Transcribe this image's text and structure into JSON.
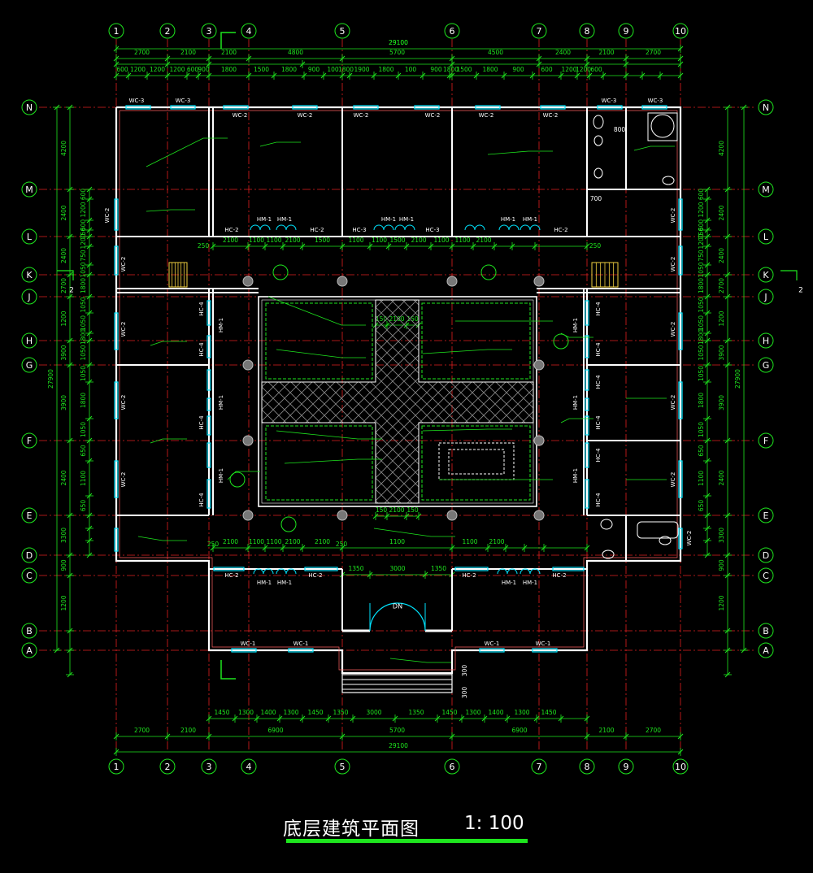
{
  "drawing": {
    "title": "底层建筑平面图",
    "scale": "1: 100",
    "column_axes": [
      "1",
      "2",
      "3",
      "4",
      "5",
      "6",
      "7",
      "8",
      "9",
      "10"
    ],
    "row_axes": [
      "N",
      "M",
      "L",
      "K",
      "J",
      "H",
      "G",
      "F",
      "E",
      "D",
      "C",
      "B",
      "A"
    ],
    "section_mark": "2",
    "total_width": "29100",
    "total_depth": "27900",
    "top_dims_level2": [
      "2700",
      "2100",
      "2100",
      "4800",
      "5700",
      "4500",
      "2400",
      "2100",
      "2700"
    ],
    "top_dims_level3": [
      "600",
      "1200",
      "1200",
      "1200",
      "600",
      "900",
      "1800",
      "1500",
      "1800",
      "900",
      "100",
      "1800",
      "1900",
      "1800",
      "100",
      "900",
      "1800",
      "1500",
      "1800",
      "900",
      "600",
      "1200",
      "1200",
      "600"
    ],
    "bottom_dims_inner": [
      "1450",
      "1300",
      "1400",
      "1300",
      "1450",
      "1350",
      "3000",
      "1350",
      "1450",
      "1300",
      "1400",
      "1300",
      "1450"
    ],
    "bottom_dims_mid": [
      "2700",
      "2100",
      "6900",
      "5700",
      "6900",
      "2100",
      "2700"
    ],
    "left_dims_level2": [
      "4200",
      "2400",
      "2400",
      "2700",
      "1200",
      "3900",
      "3900",
      "2400",
      "3300",
      "900",
      "1200"
    ],
    "left_dims_level3": [
      "600",
      "1200",
      "600",
      "750",
      "1200",
      "750",
      "1050",
      "1800",
      "1050",
      "1050",
      "1800",
      "1050",
      "1050",
      "1800",
      "1050",
      "650",
      "1100",
      "650"
    ],
    "right_dims_level2": [
      "4200",
      "2400",
      "2400",
      "2700",
      "1200",
      "3900",
      "3900",
      "2400",
      "3300",
      "900",
      "1200"
    ],
    "window_tags": [
      "WC-3",
      "WC-3",
      "WC-2",
      "WC-2",
      "WC-2",
      "WC-2",
      "WC-2",
      "WC-2",
      "WC-3",
      "WC-3",
      "WC-1",
      "WC-1",
      "WC-1",
      "WC-1"
    ],
    "door_tags": [
      "HC-2",
      "HM-1",
      "HM-1",
      "HC-2",
      "HC-3",
      "HM-1",
      "HM-1",
      "HC-3",
      "HM-1",
      "HM-1",
      "HC-2",
      "HC-4",
      "HM-1"
    ],
    "entrance_label": "DN",
    "mid_dims_upper": [
      "2100",
      "1100",
      "1100",
      "2100",
      "1500",
      "1100",
      "1100",
      "1500",
      "2100",
      "1100",
      "1100",
      "2100"
    ],
    "mid_dims_lower": [
      "2100",
      "1100",
      "1100",
      "2100",
      "2100",
      "1100",
      "1100",
      "2100"
    ],
    "courtyard_dims": [
      "150",
      "2100",
      "150",
      "150",
      "2100",
      "150"
    ],
    "entrance_dims": [
      "1350",
      "3000",
      "1350"
    ],
    "wc_dims": [
      "800",
      "700"
    ],
    "spacing_250": "250",
    "step_dims": [
      "300",
      "300"
    ]
  },
  "colors": {
    "background": "#000000",
    "axis_line": "#e02020",
    "dimension": "#1ee61e",
    "wall": "#ffffff",
    "window": "#00e5ff",
    "text": "#ffffff",
    "underline": "#1ee61e"
  }
}
